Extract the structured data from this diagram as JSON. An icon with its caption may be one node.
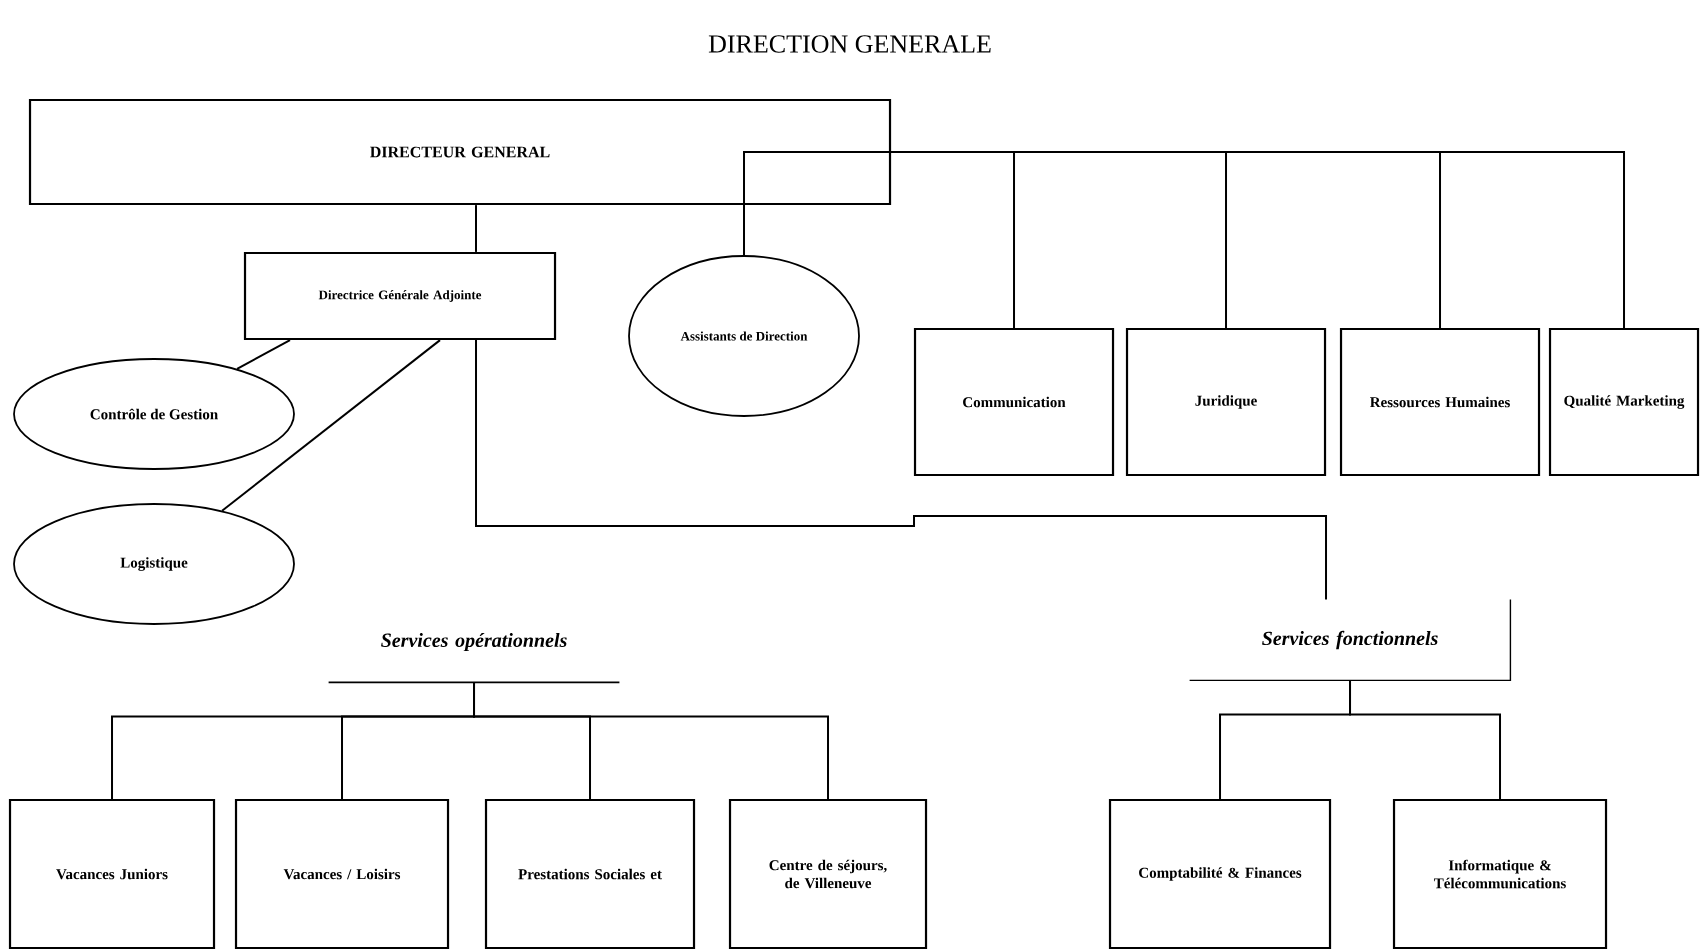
{
  "diagram": {
    "nodes": [
      {
        "text": [
          "DIRECTEUR GENERAL"
        ]
      },
      {
        "text": [
          "Directrice Générale Adjointe"
        ]
      },
      {
        "text": [
          "Contrôle de Gestion"
        ]
      },
      {
        "text": [
          "Logistique"
        ]
      },
      {
        "text": [
          "Assistants de Direction"
        ]
      },
      {
        "text": [
          "Communication"
        ]
      },
      {
        "text": [
          "Juridique"
        ]
      },
      {
        "text": [
          "Ressources Humaines"
        ]
      },
      {
        "text": [
          "Qualité Marketing"
        ]
      },
      {
        "text": [
          "Services opérationnels"
        ]
      },
      {
        "text": [
          "Services fonctionnels"
        ]
      },
      {
        "text": [
          "Vacances Juniors"
        ]
      },
      {
        "text": [
          "Vacances / Loisirs"
        ]
      },
      {
        "text": [
          "Prestations Sociales et"
        ]
      },
      {
        "text": [
          "Centre de séjours, de Villeneuve"
        ]
      },
      {
        "text": [
          "Comptabilité & Finances"
        ]
      },
      {
        "text": [
          "Informatique & Télécommunications"
        ]
      }
    ],
    "edges": [
      {
        "from": 0,
        "to": 1,
        "arrow": "none"
      },
      {
        "from": 1,
        "to": 2,
        "arrow": "none"
      },
      {
        "from": 1,
        "to": 3,
        "arrow": "none"
      },
      {
        "from": 0,
        "to": 4,
        "arrow": "none"
      },
      {
        "from": 0,
        "to": 5,
        "arrow": "none"
      },
      {
        "from": 0,
        "to": 6,
        "arrow": "none"
      },
      {
        "from": 0,
        "to": 7,
        "arrow": "none"
      },
      {
        "from": 0,
        "to": 8,
        "arrow": "none"
      },
      {
        "from": 1,
        "to": 10,
        "arrow": "none"
      },
      {
        "from": 9,
        "to": 11,
        "arrow": "none"
      },
      {
        "from": 9,
        "to": 12,
        "arrow": "none"
      },
      {
        "from": 9,
        "to": 13,
        "arrow": "none"
      },
      {
        "from": 9,
        "to": 14,
        "arrow": "none"
      },
      {
        "from": 10,
        "to": 15,
        "arrow": "none"
      },
      {
        "from": 10,
        "to": 16,
        "arrow": "none"
      }
    ],
    "labels": [
      "DIRECTION GENERALE"
    ]
  }
}
